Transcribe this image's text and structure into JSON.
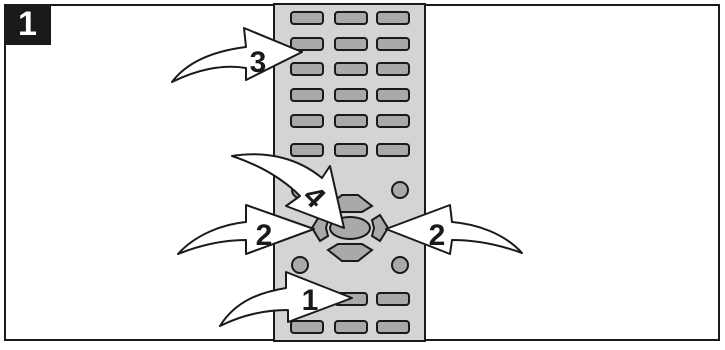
{
  "figure": {
    "step_number": "1",
    "callouts": {
      "one": "1",
      "two_left": "2",
      "two_right": "2",
      "three": "3",
      "four": "4"
    },
    "colors": {
      "remote_body": "#d4d4d4",
      "button_fill": "#a9a9a9",
      "outline": "#1a1a1a",
      "arrow_fill": "#ffffff",
      "badge_fill": "#1a1a1a",
      "badge_text": "#ffffff"
    }
  }
}
